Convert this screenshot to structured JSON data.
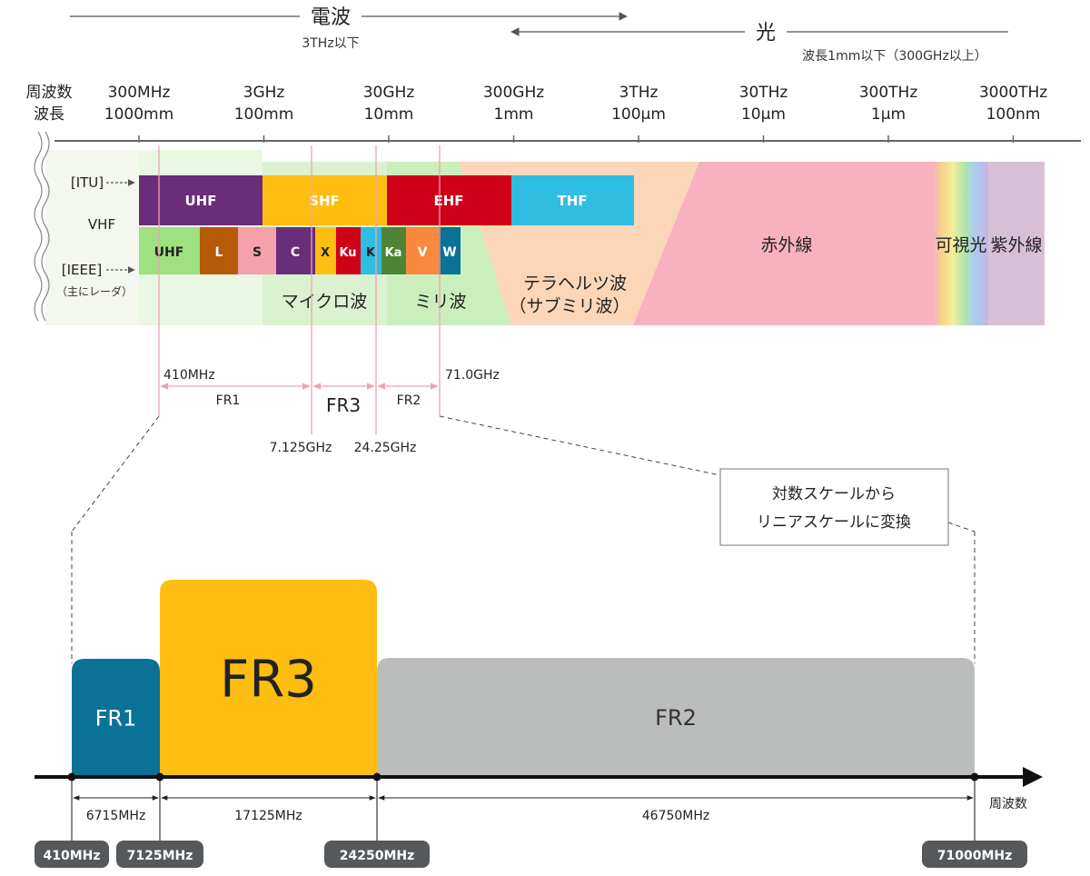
{
  "header": {
    "radio_label": "電波",
    "radio_sub": "3THz以下",
    "light_label": "光",
    "light_sub": "波長1mm以下（300GHz以上）"
  },
  "axis": {
    "freq_label": "周波数",
    "wave_label": "波長",
    "ticks": [
      {
        "freq": "300MHz",
        "wave": "1000mm"
      },
      {
        "freq": "3GHz",
        "wave": "100mm"
      },
      {
        "freq": "30GHz",
        "wave": "10mm"
      },
      {
        "freq": "300GHz",
        "wave": "1mm"
      },
      {
        "freq": "3THz",
        "wave": "100μm"
      },
      {
        "freq": "30THz",
        "wave": "10μm"
      },
      {
        "freq": "300THz",
        "wave": "1μm"
      },
      {
        "freq": "3000THz",
        "wave": "100nm"
      }
    ]
  },
  "labels": {
    "itu": "[ITU]",
    "vhf": "VHF",
    "ieee": "[IEEE]",
    "ieee_note": "（主にレーダ）"
  },
  "itu_bands": [
    "UHF",
    "SHF",
    "EHF",
    "THF"
  ],
  "ieee_bands": [
    "UHF",
    "L",
    "S",
    "C",
    "X",
    "Ku",
    "K",
    "Ka",
    "V",
    "W"
  ],
  "regions": {
    "micro": "マイクロ波",
    "milli": "ミリ波",
    "thz_1": "テラヘルツ波",
    "thz_2": "（サブミリ波）",
    "ir": "赤外線",
    "visible": "可視光",
    "uv": "紫外線"
  },
  "fr_markers": {
    "f410": "410MHz",
    "f71": "71.0GHz",
    "f7125": "7.125GHz",
    "f2425": "24.25GHz",
    "fr1": "FR1",
    "fr3": "FR3",
    "fr2": "FR2"
  },
  "callout": {
    "line1": "対数スケールから",
    "line2": "リニアスケールに変換"
  },
  "linear": {
    "axis_label": "周波数",
    "blocks": [
      {
        "name": "FR1",
        "start": 410,
        "end": 7125,
        "width_label": "6715MHz",
        "color": "#0a7197"
      },
      {
        "name": "FR3",
        "start": 7125,
        "end": 24250,
        "width_label": "17125MHz",
        "color": "#fdbe11"
      },
      {
        "name": "FR2",
        "start": 24250,
        "end": 71000,
        "width_label": "46750MHz",
        "color": "#bbbdbd"
      }
    ],
    "endpoints": [
      "410MHz",
      "7125MHz",
      "24250MHz",
      "71000MHz"
    ]
  },
  "colors": {
    "uhf": "#6a2d79",
    "shf": "#fdbe11",
    "ehf": "#cf0017",
    "thf": "#2fbde2",
    "ieee_uhf": "#9fe080",
    "l": "#b55a07",
    "s": "#f4a1a9",
    "c": "#6a2d79",
    "x": "#fdbe11",
    "ku": "#cf0017",
    "k": "#2fbde2",
    "ka": "#4f8335",
    "v": "#f8893d",
    "w": "#0a7197",
    "fr_line": "#f3a1b1",
    "axis": "#656565",
    "badge": "#56595c"
  }
}
